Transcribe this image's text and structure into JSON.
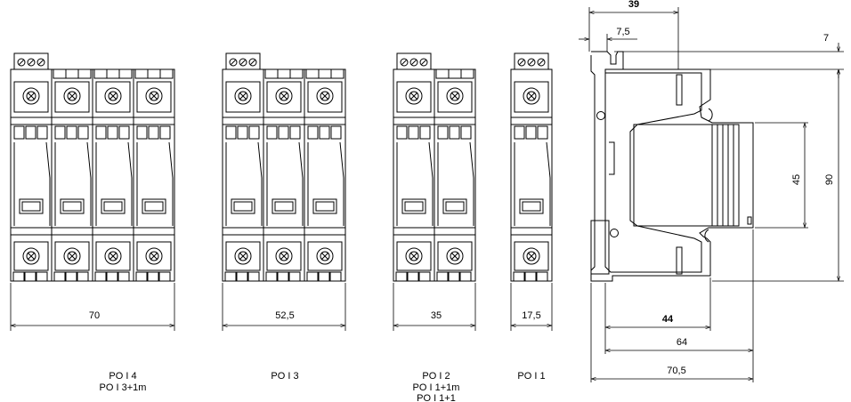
{
  "front_views": [
    {
      "id": "poi4",
      "modules": 4,
      "width_label": "70",
      "caption_lines": [
        "PO I 4",
        "PO I 3+1m"
      ]
    },
    {
      "id": "poi3",
      "modules": 3,
      "width_label": "52,5",
      "caption_lines": [
        "PO I 3"
      ]
    },
    {
      "id": "poi2",
      "modules": 2,
      "width_label": "35",
      "caption_lines": [
        "PO I 2",
        "PO I 1+1m",
        "PO I 1+1"
      ]
    },
    {
      "id": "poi1",
      "modules": 1,
      "width_label": "17,5",
      "caption_lines": [
        "PO I 1"
      ]
    }
  ],
  "side_view": {
    "dimensions": {
      "d39": "39",
      "d7_5": "7,5",
      "d7": "7",
      "d90": "90",
      "d45": "45",
      "d44": "44",
      "d64": "64",
      "d70_5": "70,5"
    }
  }
}
